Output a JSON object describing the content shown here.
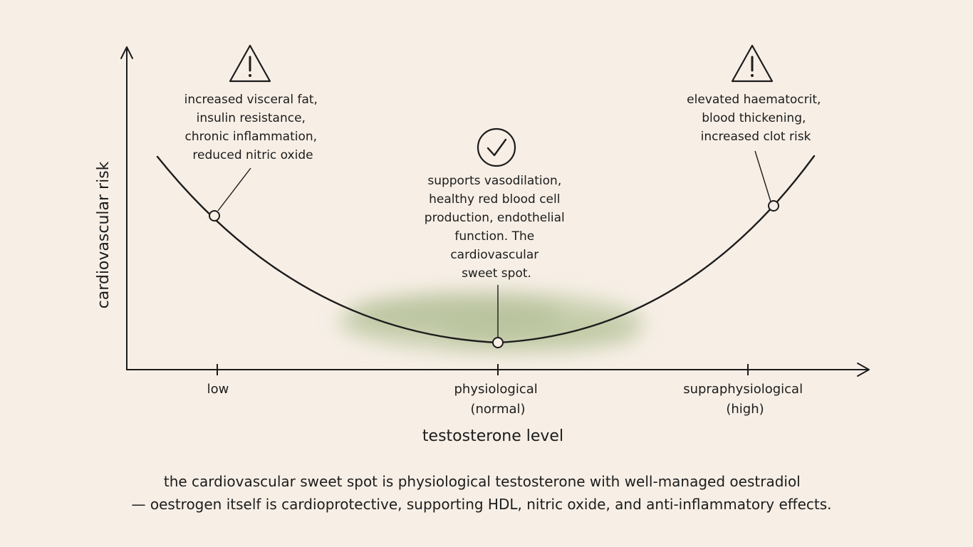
{
  "axes": {
    "y_title": "cardiovascular risk",
    "x_title": "testosterone level"
  },
  "ticks": [
    {
      "lines": [
        "low"
      ]
    },
    {
      "lines": [
        "physiological",
        "(normal)"
      ]
    },
    {
      "lines": [
        "supraphysiological",
        "(high)"
      ]
    }
  ],
  "annotations": {
    "low": {
      "icon": "warning-icon",
      "lines": [
        "increased visceral fat,",
        "insulin resistance,",
        "chronic inflammation,",
        "reduced nitric oxide"
      ]
    },
    "optimal": {
      "icon": "check-circle-icon",
      "lines": [
        "supports vasodilation,",
        "healthy red blood cell",
        "production, endothelial",
        "function. The",
        "cardiovascular",
        "sweet spot."
      ]
    },
    "high": {
      "icon": "warning-icon",
      "lines": [
        "elevated haematocrit,",
        "blood thickening,",
        "increased clot risk"
      ]
    }
  },
  "caption": {
    "lines": [
      "the cardiovascular sweet spot is physiological testosterone with well-managed oestradiol",
      "— oestrogen itself is cardioprotective, supporting HDL, nitric oxide, and anti-inflammatory effects."
    ]
  },
  "colors": {
    "background": "#f7efe6",
    "ink": "#1c1c1c",
    "sweet_spot": "#a9b98a"
  }
}
